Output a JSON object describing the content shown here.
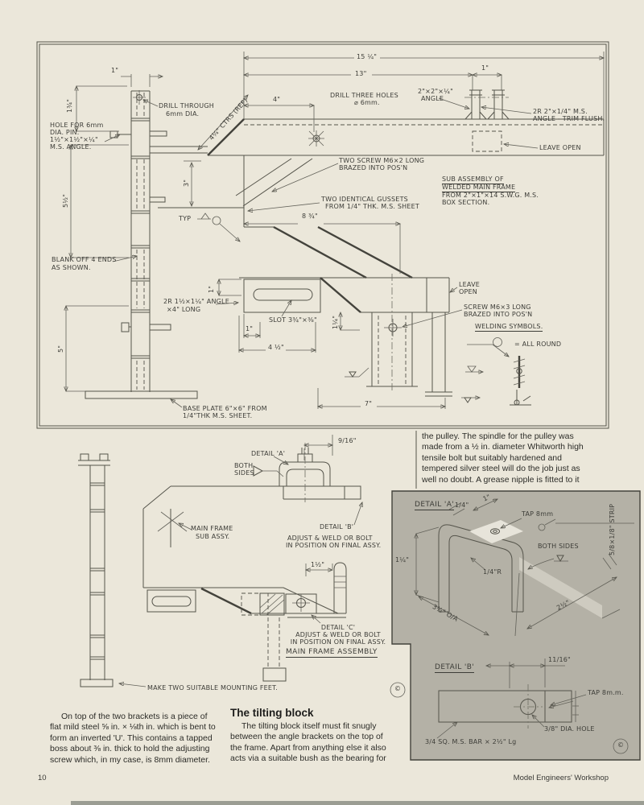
{
  "drawing": {
    "main": {
      "dim_1_left": "1\"",
      "dim_134": "1¾\"",
      "dim_3": "3\"",
      "dim_512": "5½\"",
      "dim_5": "5\"",
      "dim_1514": "15 ¼\"",
      "dim_13": "13\"",
      "dim_4": "4\"",
      "dim_1_tr": "1\"",
      "dim_834": "8 ¾\"",
      "dim_1_angle": "1\"",
      "dim_1_slot": "1\"",
      "dim_412": "4 ½\"",
      "dim_114": "1¼\"",
      "dim_7": "7\"",
      "drill_through": [
        "DRILL THROUGH",
        "6mm DIA."
      ],
      "hole_for": [
        "HOLE  FOR  6mm",
        "DIA. PIN.",
        "1½\"×1½\"×¼\"",
        "M.S. ANGLE."
      ],
      "ctrs": "4¼\" CTRS (REF)",
      "drill_three": [
        "DRILL THREE HOLES",
        "⌀ 6mm."
      ],
      "angle_2x2": [
        "2\"×2\"×¼\"",
        "ANGLE"
      ],
      "trim_flush": [
        "2R 2\"×1/4\" M.S.",
        "ANGLE - TRIM FLUSH."
      ],
      "leave_open_tr": "LEAVE OPEN",
      "two_screw": [
        "TWO SCREW  M6×2 LONG",
        "BRAZED INTO POS'N"
      ],
      "sub_assembly": [
        "SUB ASSEMBLY  OF",
        "WELDED  MAIN  FRAME",
        "FROM  2\"×1\"×14 S.W.G.  M.S.",
        "BOX SECTION."
      ],
      "gussets": [
        "TWO IDENTICAL GUSSETS",
        "FROM  1/4\" THK. M.S. SHEET"
      ],
      "typ": "TYP",
      "blank_off": [
        "BLANK OFF  4 ENDS",
        "AS  SHOWN."
      ],
      "angle_2r": [
        "2R 1½×1¼\" ANGLE",
        "×4\" LONG"
      ],
      "slot": "SLOT 3¾\"×⅜\"",
      "leave_open_mid": [
        "LEAVE",
        "OPEN"
      ],
      "screw_m6x3": [
        "SCREW  M6×3 LONG",
        "BRAZED INTO POS'N"
      ],
      "welding_symbols": "WELDING SYMBOLS.",
      "all_round": "= ALL ROUND",
      "base_plate": [
        "BASE PLATE  6\"×6\" FROM",
        "1/4\"THK  M.S. SHEET."
      ]
    },
    "lower": {
      "detail_a_ptr": "DETAIL 'A'",
      "dim_916": "9/16\"",
      "both_sides": [
        "BOTH",
        "SIDES"
      ],
      "main_frame_sub": [
        "MAIN FRAME",
        "SUB ASSY."
      ],
      "detail_b_ptr": "DETAIL 'B'",
      "adjust_b": [
        "ADJUST & WELD  OR BOLT",
        "IN POSITION ON FINAL ASSY."
      ],
      "dim_112": "1½\"",
      "detail_c": [
        "DETAIL 'C'",
        "ADJUST & WELD OR  BOLT",
        "IN POSITION ON FINAL ASSY."
      ],
      "main_frame_assembly": "MAIN FRAME ASSEMBLY",
      "mounting_feet": "MAKE TWO SUITABLE  MOUNTING FEET.",
      "copyright": "©"
    },
    "detail_a": {
      "title": "DETAIL 'A'",
      "dim_14": "1/4\"",
      "dim_1": "1\"",
      "tap": "TAP 8mm",
      "strip": "5/8×1/8\" STRIP",
      "both_sides": "BOTH SIDES",
      "dim_114": "1¼\"",
      "dim_14r": "1/4\"R",
      "dim_334": "3¾\" O/A",
      "dim_212": "2½\""
    },
    "detail_b": {
      "title": "DETAIL 'B'",
      "dim_1116": "11/16\"",
      "tap": "TAP 8m.m.",
      "hole": "3/8\" DIA. HOLE",
      "bar": "3/4 SQ. M.S. BAR × 2½\" Lg",
      "copyright": "©"
    }
  },
  "text": {
    "pulley": [
      "the pulley. The spindle for the pulley was",
      "made from a ½ in. diameter Whitworth high",
      "tensile bolt but suitably hardened and",
      "tempered silver steel will do the job just as",
      "well no doubt. A grease nipple is fitted to it"
    ],
    "brackets": [
      "On top of the two brackets is a piece of",
      "flat mild steel ⅝ in. × ⅛th in. which is bent to",
      "form an inverted 'U'. This contains a tapped",
      "boss about ⅜ in. thick to hold the adjusting",
      "screw which, in my case, is 8mm diameter."
    ],
    "tilting_heading": "The tilting block",
    "tilting": [
      "The tilting block itself must fit snugly",
      "between the angle brackets on the top of",
      "the frame. Apart from anything else it also",
      "acts via a suitable bush as the bearing for"
    ]
  },
  "footer": {
    "page": "10",
    "magazine": "Model Engineers' Workshop"
  }
}
